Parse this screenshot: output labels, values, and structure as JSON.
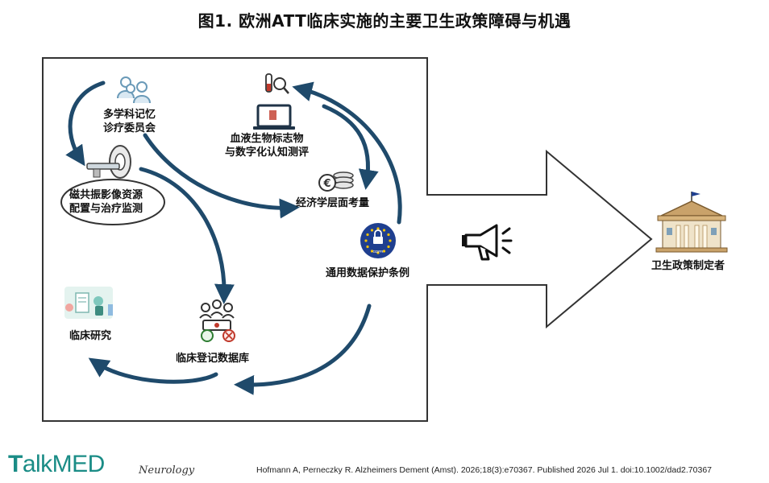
{
  "title": "图1. 欧洲ATT临床实施的主要卫生政策障碍与机遇",
  "nodes": {
    "memory_clinic": {
      "line1": "多学科记忆",
      "line2": "诊疗委员会",
      "icon": "people-group-icon"
    },
    "blood_biomarkers": {
      "line1": "血液生物标志物",
      "line2": "与数字化认知测评",
      "icon": "test-tube-laptop-icon"
    },
    "mri_resources": {
      "line1": "磁共振影像资源",
      "line2": "配置与治疗监测",
      "icon": "mri-scanner-icon"
    },
    "economics": {
      "line1": "经济学层面考量",
      "icon": "euro-coins-icon"
    },
    "gdpr": {
      "line1": "通用数据保护条例",
      "badge": "GDPR",
      "icon": "eu-lock-icon"
    },
    "clinical_research": {
      "line1": "临床研究",
      "icon": "research-illustration-icon"
    },
    "registry": {
      "line1": "临床登记数据库",
      "icon": "registry-people-icon"
    },
    "policymakers": {
      "line1": "卫生政策制定者",
      "icon": "government-building-icon"
    }
  },
  "megaphone_icon": "megaphone-icon",
  "colors": {
    "arrow": "#1f4a6b",
    "frame": "#333333",
    "eu_blue": "#1f3f8f",
    "star": "#f2c200",
    "brand": "#1a8c86"
  },
  "footer": {
    "brand_t": "T",
    "brand_rest": "alkMED",
    "section": "Neurology",
    "citation": "Hofmann A, Perneczky R. Alzheimers Dement (Amst). 2026;18(3):e70367. Published 2026 Jul 1. doi:10.1002/dad2.70367"
  }
}
